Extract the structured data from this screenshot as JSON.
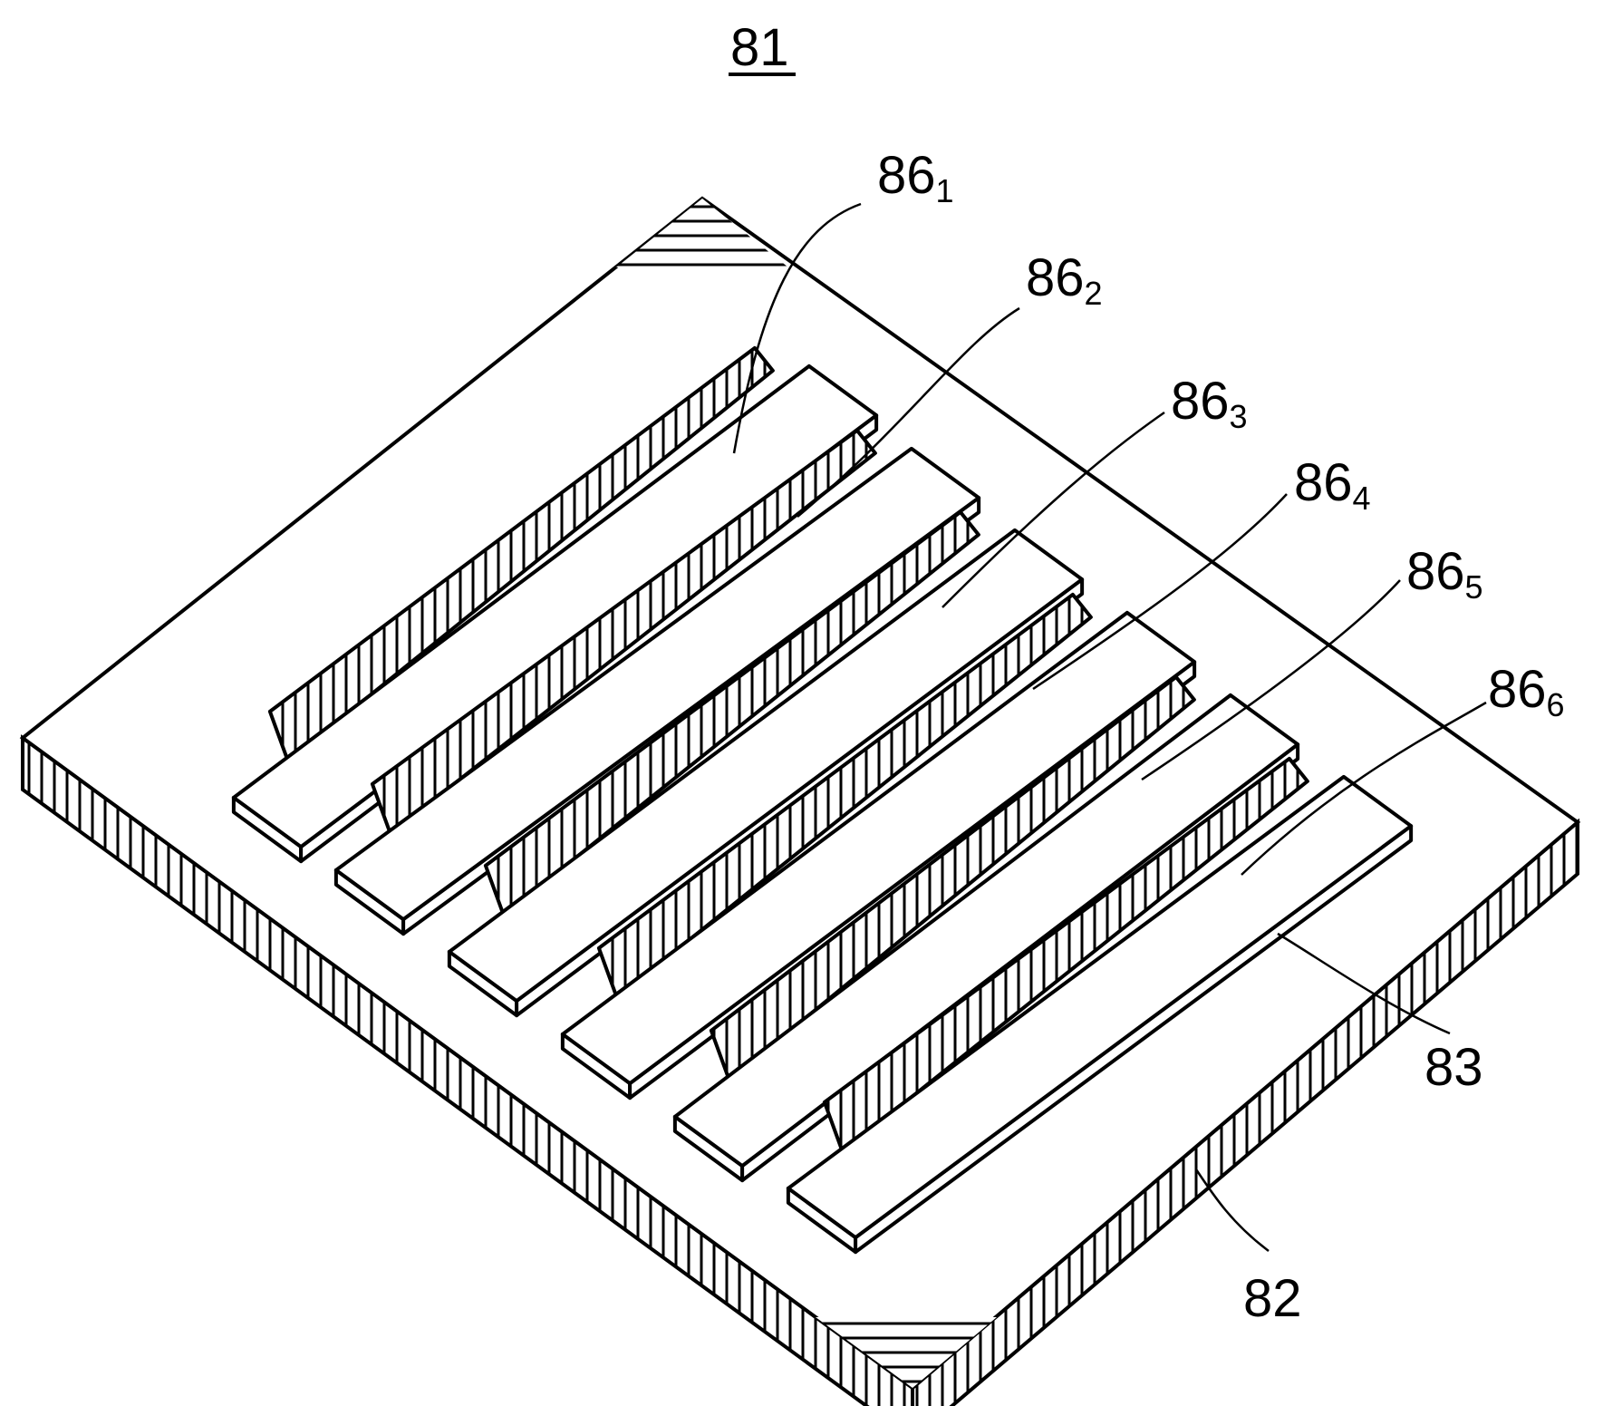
{
  "figure": {
    "title": "81",
    "strip_labels": [
      {
        "base": "86",
        "sub": "1"
      },
      {
        "base": "86",
        "sub": "2"
      },
      {
        "base": "86",
        "sub": "3"
      },
      {
        "base": "86",
        "sub": "4"
      },
      {
        "base": "86",
        "sub": "5"
      },
      {
        "base": "86",
        "sub": "6"
      }
    ],
    "wall_label": "83",
    "substrate_label": "82"
  }
}
